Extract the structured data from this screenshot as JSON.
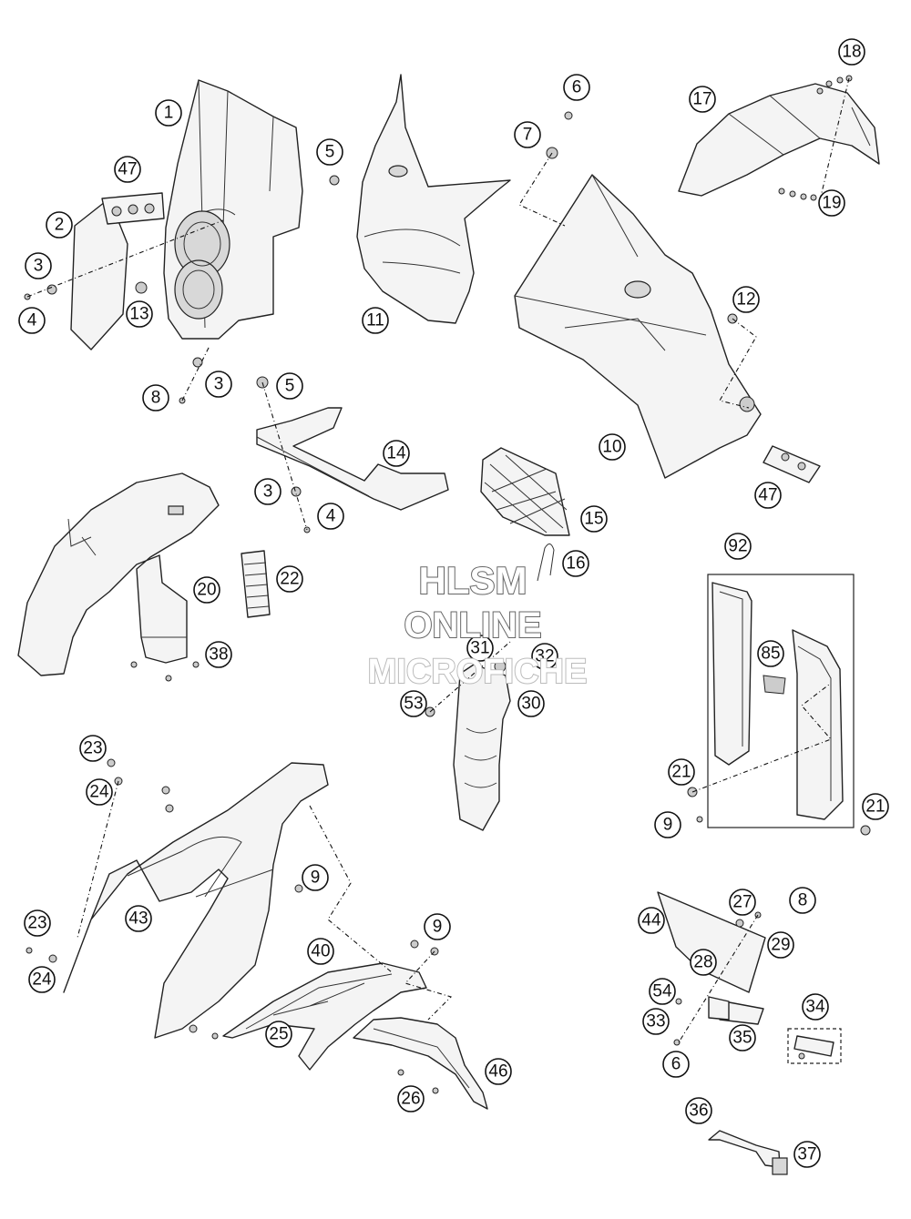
{
  "watermark": {
    "line1": "HLSM",
    "line2": "ONLINE",
    "line3": "MICROFICHE"
  },
  "callouts": [
    "1",
    "2",
    "3",
    "3",
    "3",
    "4",
    "4",
    "5",
    "5",
    "6",
    "6",
    "7",
    "8",
    "8",
    "9",
    "9",
    "9",
    "10",
    "11",
    "12",
    "13",
    "14",
    "15",
    "16",
    "17",
    "18",
    "19",
    "20",
    "21",
    "21",
    "22",
    "23",
    "23",
    "24",
    "24",
    "25",
    "26",
    "27",
    "28",
    "29",
    "30",
    "31",
    "32",
    "33",
    "34",
    "35",
    "36",
    "37",
    "38",
    "40",
    "43",
    "44",
    "46",
    "47",
    "47",
    "53",
    "54",
    "85",
    "92"
  ]
}
